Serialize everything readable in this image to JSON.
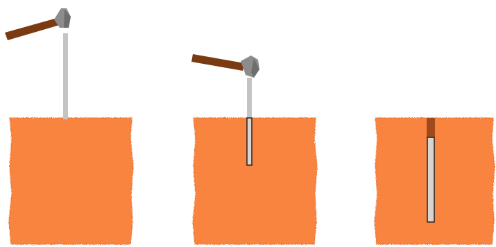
{
  "diagram": {
    "description_text": "",
    "colors": {
      "background": "#ffffff",
      "soil": "#f9843f",
      "soil_edge": "#e97532",
      "nail_shaft": "#c4c4c4",
      "nail_outline": "#8a8a8a",
      "hammer_head": "#8c8c8c",
      "hammer_head_shade": "#6e6e6e",
      "hammer_handle": "#7a3a12",
      "nail_head_driven": "#a04a1c"
    },
    "stages": [
      {
        "id": "stage-1",
        "icon": "hammer-above-nail-icon",
        "nail_depth_fraction": 0.0
      },
      {
        "id": "stage-2",
        "icon": "hammer-striking-nail-icon",
        "nail_depth_fraction": 0.5
      },
      {
        "id": "stage-3",
        "icon": "nail-fully-driven-icon",
        "nail_depth_fraction": 1.0
      }
    ]
  }
}
